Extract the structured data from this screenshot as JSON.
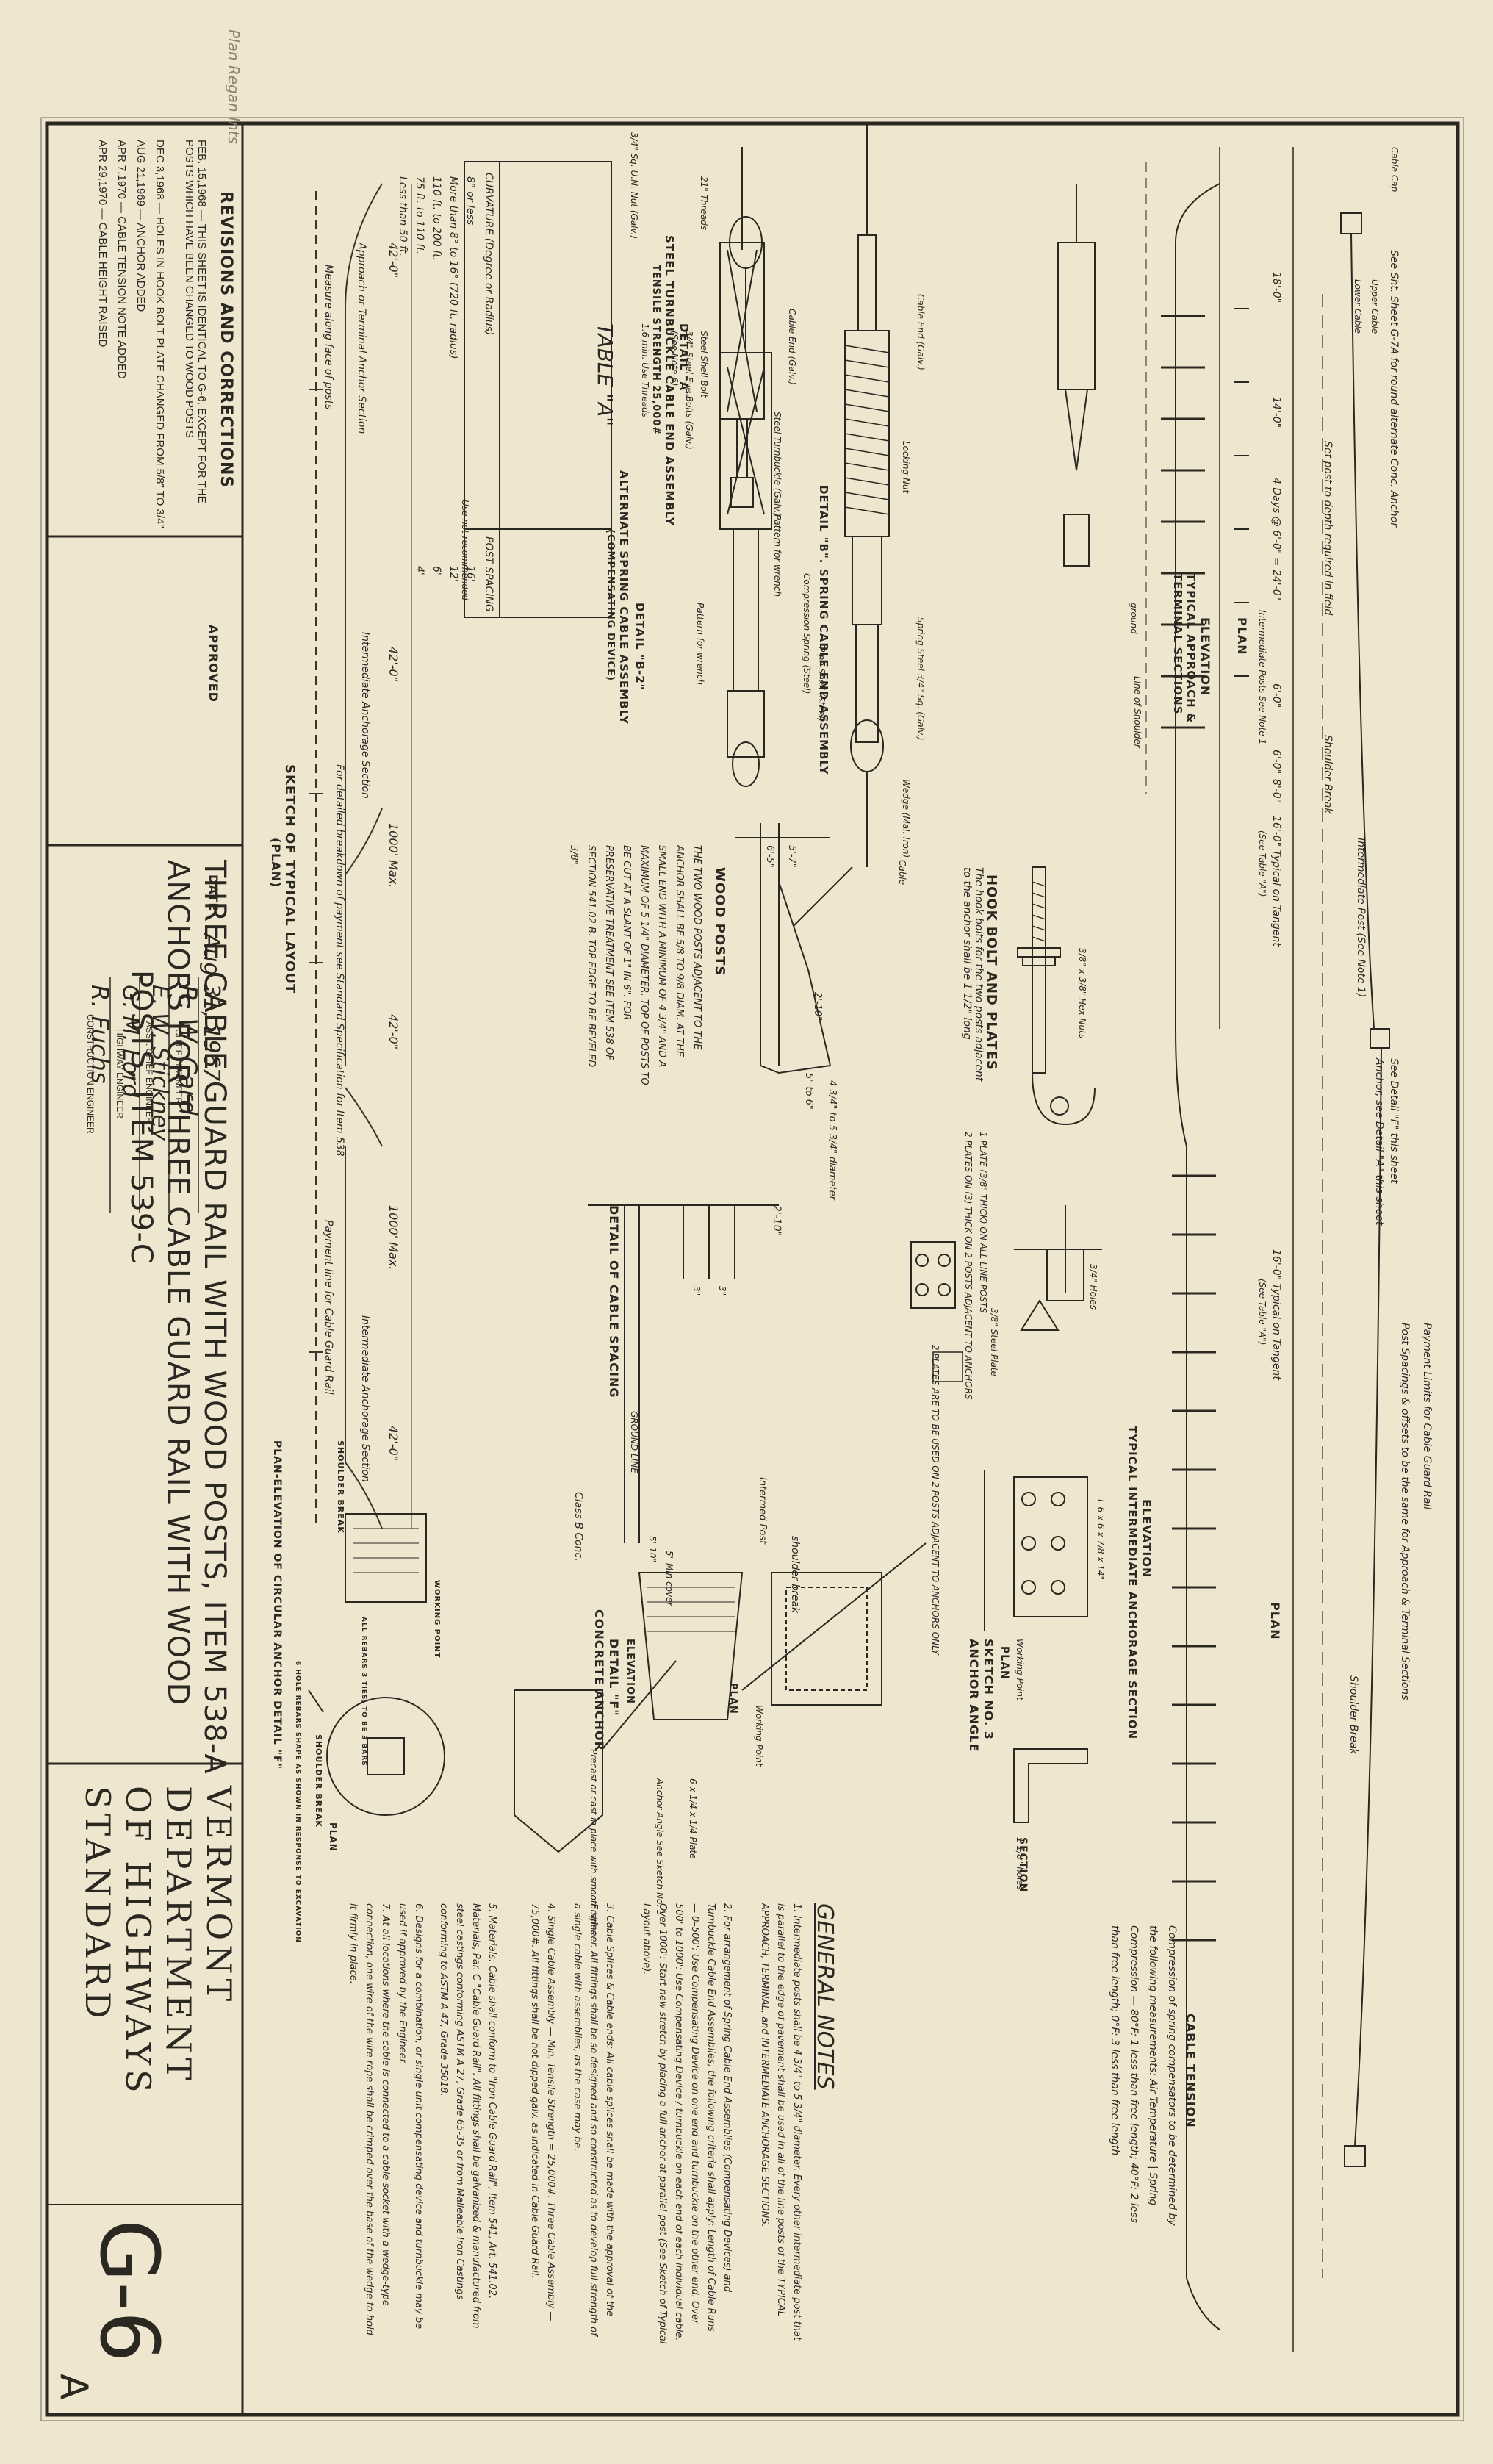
{
  "corner_note": "Plan Regan Ints",
  "revisions": {
    "title": "REVISIONS AND CORRECTIONS",
    "items": [
      "FEB. 15,1968 — THIS SHEET IS IDENTICAL TO G-6, EXCEPT FOR THE POSTS WHICH HAVE BEEN CHANGED TO WOOD POSTS",
      "DEC 3,1968 — HOLES IN HOOK BOLT PLATE CHANGED FROM 5/8\" TO 3/4\"",
      "AUG 21,1969 — ANCHOR ADDED",
      "APR 7,1970 — CABLE TENSION NOTE ADDED",
      "APR 29,1970 — CABLE HEIGHT RAISED"
    ]
  },
  "approval": {
    "approved_label": "APPROVED",
    "date_label": "DATE",
    "date_value": "Aug 31, 1967",
    "signatures": [
      {
        "name": "R. W. Card",
        "role": "CHIEF ENGINEER"
      },
      {
        "name": "E. W. Stickney",
        "role": "ASST. CHIEF ENGINEER"
      },
      {
        "name": "G. M. Lord",
        "role": "HIGHWAY ENGINEER"
      },
      {
        "name": "R. Fuchs",
        "role": "CONSTRUCTION ENGINEER"
      }
    ]
  },
  "title_block": {
    "line1": "THREE CABLE GUARD RAIL WITH WOOD POSTS, ITEM 538-A",
    "line2": "ANCHORS FOR THREE CABLE GUARD RAIL WITH WOOD",
    "line3": "POSTS, ITEM 539-C"
  },
  "agency": {
    "line1": "VERMONT",
    "line2": "DEPARTMENT",
    "line3": "OF HIGHWAYS",
    "line4": "STANDARD"
  },
  "sheet_number": {
    "main": "G-6",
    "suffix": "A"
  },
  "sketch_typical": {
    "title": "SKETCH OF TYPICAL LAYOUT",
    "subtitle": "(PLAN)",
    "dims": [
      "42'-0\"",
      "42'-0\"",
      "42'-0\"",
      "42'-0\"",
      "1000' Max.",
      "1000' Max."
    ],
    "labels": [
      "Approach or Terminal Anchor Section",
      "Intermediate Anchorage Section",
      "Intermediate Anchorage Section",
      "Measure along face of posts",
      "Payment line for Cable Guard Rail",
      "For detailed breakdown of payment see Standard Specification for Item 538"
    ]
  },
  "table_a": {
    "title": "TABLE \"A\"",
    "headers": [
      "CURVATURE (Degree or Radius)",
      "POST SPACING"
    ],
    "rows": [
      [
        "8° or less",
        "16'"
      ],
      [
        "More than 8° to 16° (720 ft. radius)",
        "12'"
      ],
      [
        "110 ft. to 200 ft.",
        "6'"
      ],
      [
        "75 ft. to 110 ft.",
        "4'"
      ],
      [
        "Less than 50 ft.",
        "Use not recommended"
      ]
    ]
  },
  "detail_a": {
    "title": "DETAIL \"A\"",
    "subtitle": "STEEL TURNBUCKLE CABLE END ASSEMBLY",
    "note": "TENSILE STRENGTH 25,000#",
    "labels": [
      "3/4\" Sq. U.N. Nut (Galv.)",
      "Cable End (Galv.)",
      "Steel Turnbuckle (Galv.)",
      "Pattern for wrench",
      "21\" Threads",
      "1.6 min. Use Threads"
    ]
  },
  "detail_b": {
    "title": "DETAIL \"B\". SPRING CABLE END ASSEMBLY",
    "labels": [
      "Spring Steel 3/4\" Sq. (Galv.)",
      "Pipe Shell (Steel)",
      "Compression Spring (Steel)",
      "Wedge (Mal. Iron)",
      "Cable",
      "Locking Nut",
      "Cable End (Galv.)"
    ]
  },
  "detail_b2": {
    "title": "DETAIL \"B-2\"",
    "subtitle": "ALTERNATE SPRING CABLE ASSEMBLY",
    "sub2": "(COMPENSATING DEVICE)",
    "labels": [
      "Steel Shell Bolt",
      "3/4\" Steel Eye Bolts (Galv.)",
      "Pattern for wrench",
      "(See Note 6)"
    ]
  },
  "elevation_typical": {
    "title": "ELEVATION",
    "subtitle": "TYPICAL APPROACH & TERMINAL SECTIONS",
    "labels": [
      "See Sht. Sheet G-7A for round alternate Conc. Anchor",
      "Set post to depth required in field",
      "Shoulder Break",
      "ground",
      "Line of Shoulder",
      "Intermediate Post (See Note 1)",
      "Cable Cap",
      "Upper Cable",
      "Lower Cable"
    ]
  },
  "plan_typical": {
    "title": "PLAN",
    "dims": [
      "18'-0\"",
      "14'-0\"",
      "4 Days @ 6'-0\" = 24'-0\"",
      "6'-0\"",
      "16'-0\" Typical on Tangent",
      "8'-0\"",
      "6'-0\""
    ],
    "labels": [
      "Intermediate Posts See Note 1",
      "(See Table \"A\")"
    ]
  },
  "elevation_intermediate": {
    "title": "ELEVATION",
    "subtitle": "TYPICAL INTERMEDIATE ANCHORAGE SECTION",
    "labels": [
      "See Detail \"F\" this sheet",
      "Anchor, see Detail \"A\" this sheet",
      "16'-0\" Typical on Tangent",
      "(See Table \"A\")",
      "Post Spacings & offsets to be the same for Approach & Terminal Sections",
      "Payment Limits for Cable Guard Rail",
      "Shoulder Break"
    ]
  },
  "plan_bottom": {
    "title": "PLAN"
  },
  "hook_bolt": {
    "title": "HOOK BOLT AND PLATES",
    "note": "The hook bolts for the two posts adjacent to the anchor shall be 1 1/2\" long",
    "labels": [
      "1 PLATE (3/8\" THICK) ON ALL LINE POSTS",
      "2 PLATES ON (3) THICK ON 2 POSTS ADJACENT TO ANCHORS",
      "2 PLATES ARE TO BE USED ON 2 POSTS ADJACENT TO ANCHORS ONLY",
      "3/8\" x 3/8\" Hex Nuts",
      "3/8\" Steel Plate",
      "3/4\" Holes"
    ]
  },
  "wood_posts": {
    "title": "WOOD POSTS",
    "notes": "THE TWO WOOD POSTS ADJACENT TO THE ANCHOR SHALL BE 5/8 TO 9/8 DIAM. AT THE SMALL END WITH A MINIMUM OF 4 3/4\" AND A MAXIMUM OF 5 1/4\" DIAMETER. TOP OF POSTS TO BE CUT AT A SLANT OF 1\" IN 6\". FOR PRESERVATIVE TREATMENT SEE ITEM 538 OF SECTION 541.02 B. TOP EDGE TO BE BEVELED 3/8\".",
    "dims": [
      "6'-5\"",
      "5'-7\"",
      "2'-10\"",
      "4 3/4\" to 5 3/4\" diameter",
      "5\" to 6\""
    ]
  },
  "cable_spacing": {
    "title": "DETAIL OF CABLE SPACING",
    "labels": [
      "2'-10\"",
      "GROUND LINE",
      "3\"",
      "3\""
    ]
  },
  "sketch_no3": {
    "title": "SKETCH NO. 3",
    "subtitle": "ANCHOR ANGLE",
    "labels": [
      "PLAN",
      "SECTION",
      "Working Point",
      "L 6 x 6 x 7/8 x 14\"",
      "1 1/8\" holes"
    ]
  },
  "detail_f": {
    "title": "DETAIL \"F\"",
    "subtitle": "CONCRETE ANCHOR",
    "labels": [
      "ELEVATION",
      "PLAN",
      "shoulder break",
      "Class B Conc.",
      "5'-10\"",
      "5\" Min cover",
      "Anchor Angle See Sketch No. 3",
      "6 x 1/4 x 1/4 Plate",
      "Precast or cast in place with smooth sides",
      "Working Point",
      "Intermed Post"
    ]
  },
  "circular_anchor": {
    "title": "PLAN-ELEVATION OF CIRCULAR ANCHOR DETAIL \"F\"",
    "labels": [
      "SHOULDER BREAK",
      "SHOULDER BREAK",
      "WORKING POINT",
      "PLAN",
      "ALL REBARS 3 TIES, TO BE 3 BARS",
      "6 HOLE REBARS SHAPE AS SHOWN IN RESPONSE TO EXCAVATION"
    ]
  },
  "cable_tension": {
    "title": "CABLE TENSION",
    "text": "Compression of spring compensators to be determined by the following measurements: Air Temperature | Spring Compression — 80°F: 1 less than free length; 40°F: 2 less than free length; 0°F: 3 less than free length"
  },
  "general_notes": {
    "title": "GENERAL NOTES",
    "notes": [
      "1. Intermediate posts shall be 4 3/4\" to 5 3/4\" diameter. Every other intermediate post that is parallel to the edge of pavement shall be used in all of the line posts of the TYPICAL APPROACH, TERMINAL, and INTERMEDIATE ANCHORAGE SECTIONS.",
      "2. For arrangement of Spring Cable End Assemblies (Compensating Devices) and Turnbuckle Cable End Assemblies, the following criteria shall apply: Length of Cable Runs — 0–500': Use Compensating Device on one end and turnbuckle on the other end. Over 500' to 1000': Use Compensating Device / turnbuckle on each end of each individual cable. Over 1000': Start new stretch by placing a full anchor at parallel post (See Sketch of Typical Layout above).",
      "3. Cable Splices & Cable ends: All cable splices shall be made with the approval of the Engineer. All fittings shall be so designed and so constructed as to develop full strength of a single cable with assemblies, as the case may be.",
      "4. Single Cable Assembly — Min. Tensile Strength = 25,000#. Three Cable Assembly — 75,000#. All fittings shall be hot dipped galv. as indicated in Cable Guard Rail.",
      "5. Materials: Cable shall conform to \"Iron Cable Guard Rail\", Item 541, Art. 541.02, Materials, Par. C \"Cable Guard Rail\". All fittings shall be galvanized & manufactured from steel castings conforming ASTM A 27, Grade 65-35 or from Malleable Iron Castings conforming to ASTM A 47, Grade 35018.",
      "6. Designs for a combination, or single unit compensating device and turnbuckle may be used if approved by the Engineer.",
      "7. At all locations where the cable is connected to a cable socket with a wedge-type connection, one wire of the wire rope shall be crimped over the base of the wedge to hold it firmly in place."
    ]
  }
}
